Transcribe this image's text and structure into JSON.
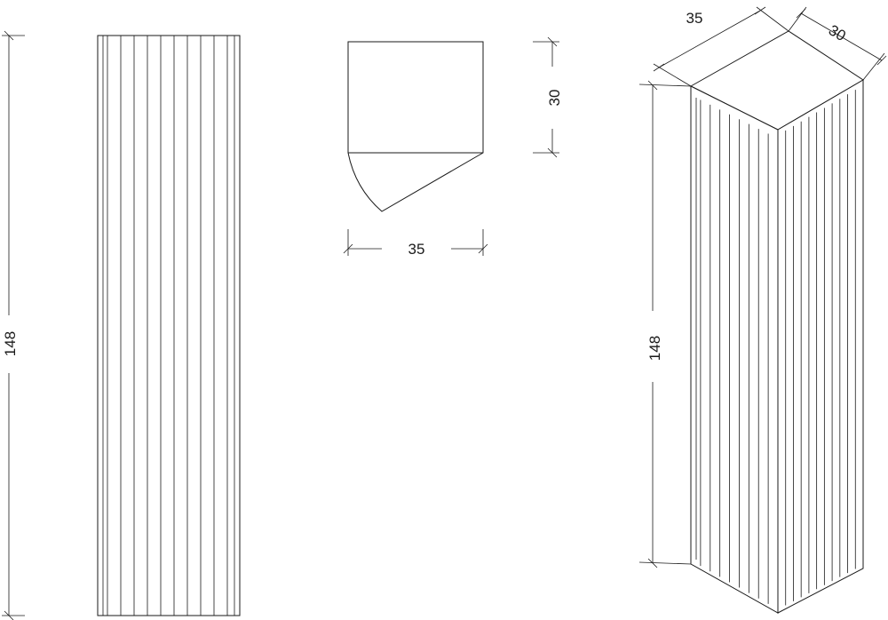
{
  "front_view": {
    "height_label": "148"
  },
  "top_view": {
    "depth_label": "30",
    "width_label": "35"
  },
  "isometric_view": {
    "width_label": "35",
    "depth_label": "30",
    "height_label": "148"
  }
}
